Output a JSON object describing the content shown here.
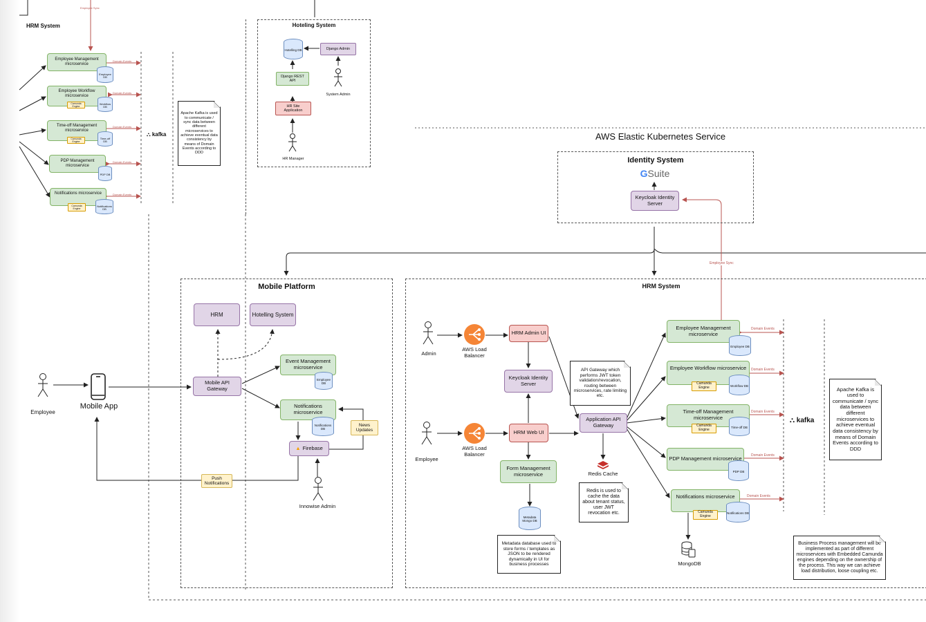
{
  "title": "AWS Elastic Kubernetes Service",
  "zones": {
    "hrm_top": "HRM System",
    "hoteling": "Hoteling System",
    "identity": "Identity System",
    "mobile": "Mobile Platform",
    "hrm_main": "HRM System"
  },
  "edge_labels": {
    "employee_sync": "Employee Sync",
    "domain_events": "Domain Events"
  },
  "top_hrm": {
    "services": [
      "Employee Management microservice",
      "Employee Workflow microservice",
      "Time-off Management microservice",
      "PDP Management microservice",
      "Notifications microservice"
    ],
    "dbs": [
      "Employee DB",
      "Workflow DB",
      "Time-off DB",
      "PDP DB",
      "Notifications DB"
    ],
    "engine": "Camunda Engine",
    "kafka": "kafka",
    "note": "Apache Kafka is used to communicate / sync data between different microservices to achieve eventual data consistency by means of Domain Events according to DDD"
  },
  "hoteling": {
    "db": "Hotelling DB",
    "django_admin": "Django Admin",
    "system_admin": "System Admin",
    "django_rest": "Django REST API",
    "hr_site": "HR Site Application",
    "hr_manager": "HR Manager"
  },
  "identity": {
    "gsuite_g": "G",
    "gsuite": "Suite",
    "keycloak": "Keycloak Identity Server"
  },
  "mobile": {
    "employee": "Employee",
    "app": "Mobile App",
    "hrm": "HRM",
    "hotelling": "Hotelling System",
    "gateway": "Mobile API Gateway",
    "event_mgmt": "Event Management microservice",
    "employee_db": "Employee DB",
    "notifications": "Notifications microservice",
    "notifications_db": "Notifications DB",
    "news": "News Updates",
    "firebase": "Firebase",
    "push": "Push Notifications",
    "innowise_admin": "Innowise Admin"
  },
  "hrm": {
    "admin": "Admin",
    "employee": "Employee",
    "lb": "AWS Load Balancer",
    "admin_ui": "HRM Admin UI",
    "keycloak": "Keycloak Identity Server",
    "web_ui": "HRM Web UI",
    "form_mgmt": "Form Management microservice",
    "metadata_db": "Metadata Mongo DB",
    "metadata_note": "Metadata database used to store forms / templates as JSON to be rendered dynamically in UI for business processes",
    "gw_note": "API Gateway which performs JWT token validation/revocation, routing between microservices, rate limiting etc.",
    "gateway": "Application API Gateway",
    "redis": "Redis Cache",
    "redis_note": "Redis is used to cache the data about tenant status, user JWT revocation etc.",
    "services": [
      "Employee Management microservice",
      "Employee Workflow microservice",
      "Time-off Management microservice",
      "PDP Management microservice",
      "Notifications microservice"
    ],
    "dbs": [
      "Employee DB",
      "Workflow DB",
      "Time-off DB",
      "PDP DB",
      "Notifications DB"
    ],
    "engine": "Camunda Engine",
    "mongodb": "MongoDB",
    "kafka": "kafka",
    "kafka_note": "Apache Kafka is used to communicate / sync data between different microservices to achieve eventual data consistency by means of Domain Events according to DDD",
    "bp_note": "Business Process management will be implemented as part of different microservices with Embedded Camunda engines depending on the ownership of the process. This way we can achieve load distribution, loose coupling etc."
  },
  "colors": {
    "green": "#d5e8d4",
    "purple": "#e1d5e7",
    "red": "#f8cecc",
    "yellow": "#fff2cc",
    "db_blue": "#dae8fc",
    "sync_arrow": "#b85450",
    "lb_orange": "#f58536"
  }
}
